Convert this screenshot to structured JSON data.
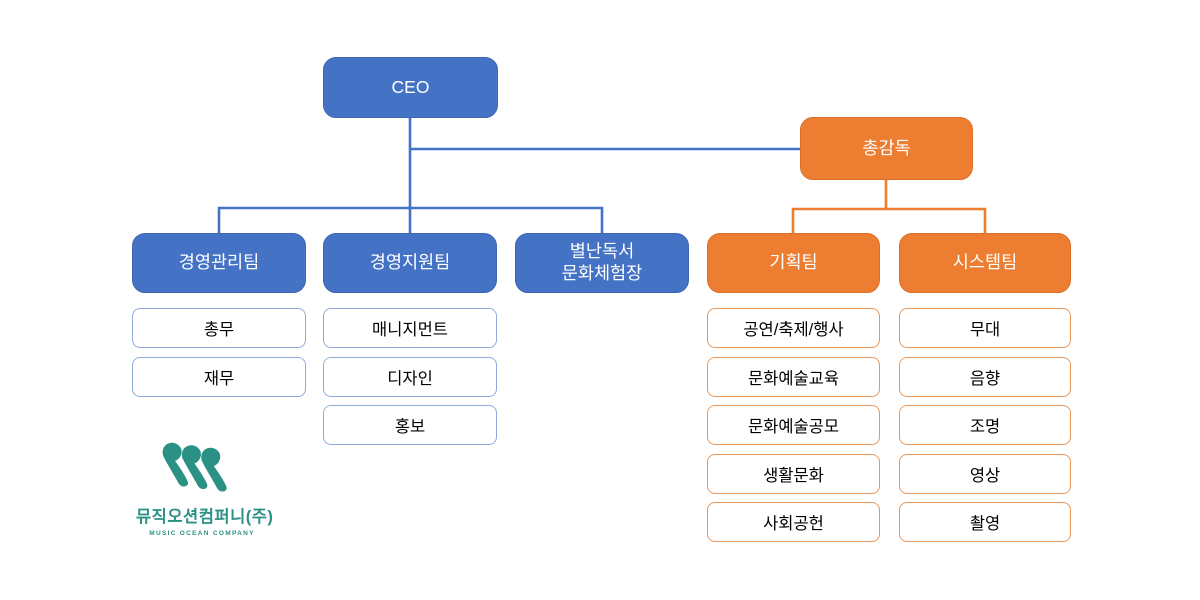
{
  "colors": {
    "blue_fill": "#4472C4",
    "blue_border": "#3E66B0",
    "orange_fill": "#ED7D31",
    "orange_border": "#D9702A",
    "leaf_blue_border": "#8EA9DB",
    "leaf_orange_border": "#E8965A",
    "connector_blue": "#4472C4",
    "connector_orange": "#ED7D31",
    "text_on_fill": "#FFFFFF",
    "leaf_text": "#000000",
    "logo_teal": "#2A9184"
  },
  "org": {
    "root": {
      "label": "CEO"
    },
    "director": {
      "label": "총감독"
    },
    "teams": [
      {
        "label": "경영관리팀",
        "color": "blue",
        "items": [
          "총무",
          "재무"
        ]
      },
      {
        "label": "경영지원팀",
        "color": "blue",
        "items": [
          "매니지먼트",
          "디자인",
          "홍보"
        ]
      },
      {
        "label": "별난독서\n문화체험장",
        "color": "blue",
        "items": []
      },
      {
        "label": "기획팀",
        "color": "orange",
        "items": [
          "공연/축제/행사",
          "문화예술교육",
          "문화예술공모",
          "생활문화",
          "사회공헌"
        ]
      },
      {
        "label": "시스템팀",
        "color": "orange",
        "items": [
          "무대",
          "음향",
          "조명",
          "영상",
          "촬영"
        ]
      }
    ]
  },
  "logo": {
    "company_ko": "뮤직오션컴퍼니(주)",
    "company_en": "MUSIC OCEAN COMPANY"
  }
}
